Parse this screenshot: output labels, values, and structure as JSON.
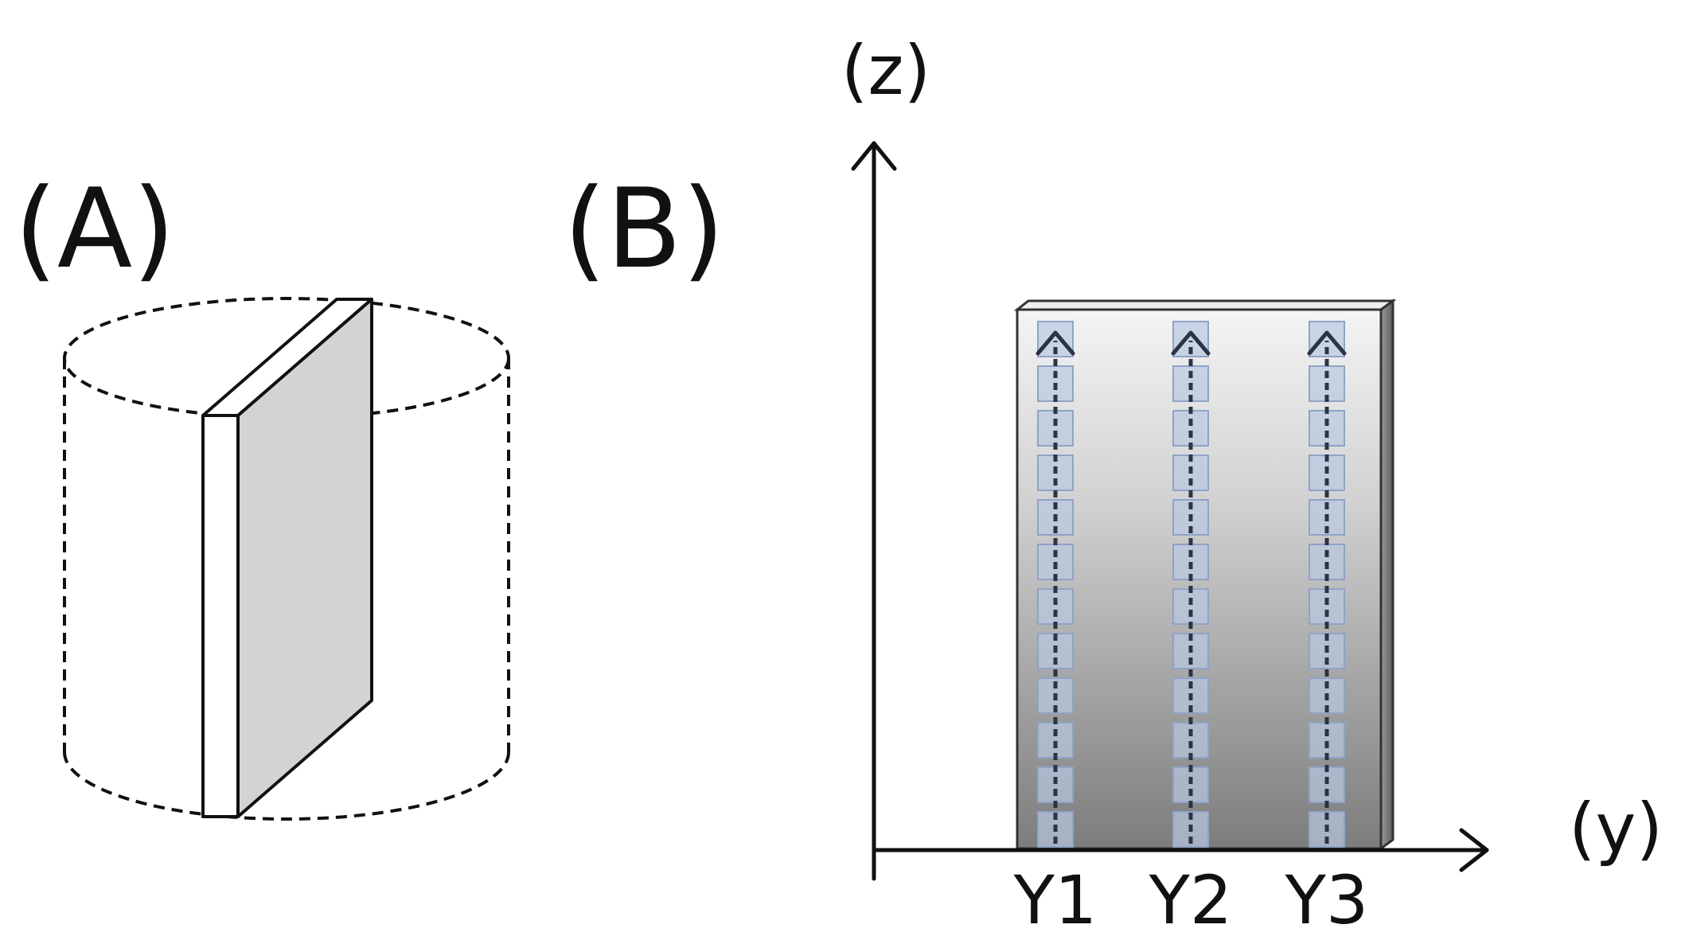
{
  "panel_a": {
    "label": "(A)"
  },
  "panel_b": {
    "label": "(B)",
    "axis_z_label": "(z)",
    "axis_y_label": "(y)",
    "tracks": [
      {
        "label": "Y1"
      },
      {
        "label": "Y2"
      },
      {
        "label": "Y3"
      }
    ]
  },
  "colors": {
    "line": "#111111",
    "slab_face": "#d3d3d3",
    "slab_edge": "#ffffff",
    "square_fill": "#b9c8e2",
    "square_stroke": "#8fa3c7",
    "arrow": "#2a3446"
  }
}
